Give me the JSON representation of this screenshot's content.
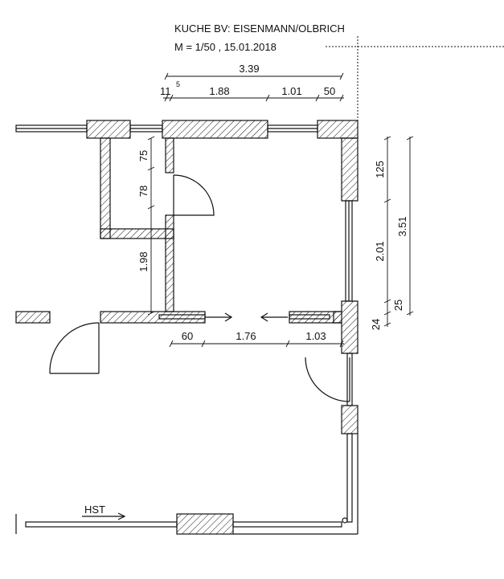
{
  "title": {
    "line1": "KUCHE BV: EISENMANN/OLBRICH",
    "line2": "M = 1/50 , 15.01.2018"
  },
  "dims_top": {
    "overall": "3.39",
    "d1": "11",
    "d1_sup": "5",
    "d2": "1.88",
    "d3": "1.01",
    "d4": "50"
  },
  "dims_right": {
    "d1": "125",
    "d2": "2.01",
    "d3": "25",
    "d4": "24",
    "overall": "3.51"
  },
  "dims_inner": {
    "v1": "75",
    "v2": "78",
    "v3": "1.98"
  },
  "dims_middle": {
    "d1": "60",
    "d2": "1.76",
    "d3": "1.03"
  },
  "labels": {
    "hst": "HST"
  },
  "colors": {
    "line": "#111111",
    "background": "#ffffff"
  }
}
